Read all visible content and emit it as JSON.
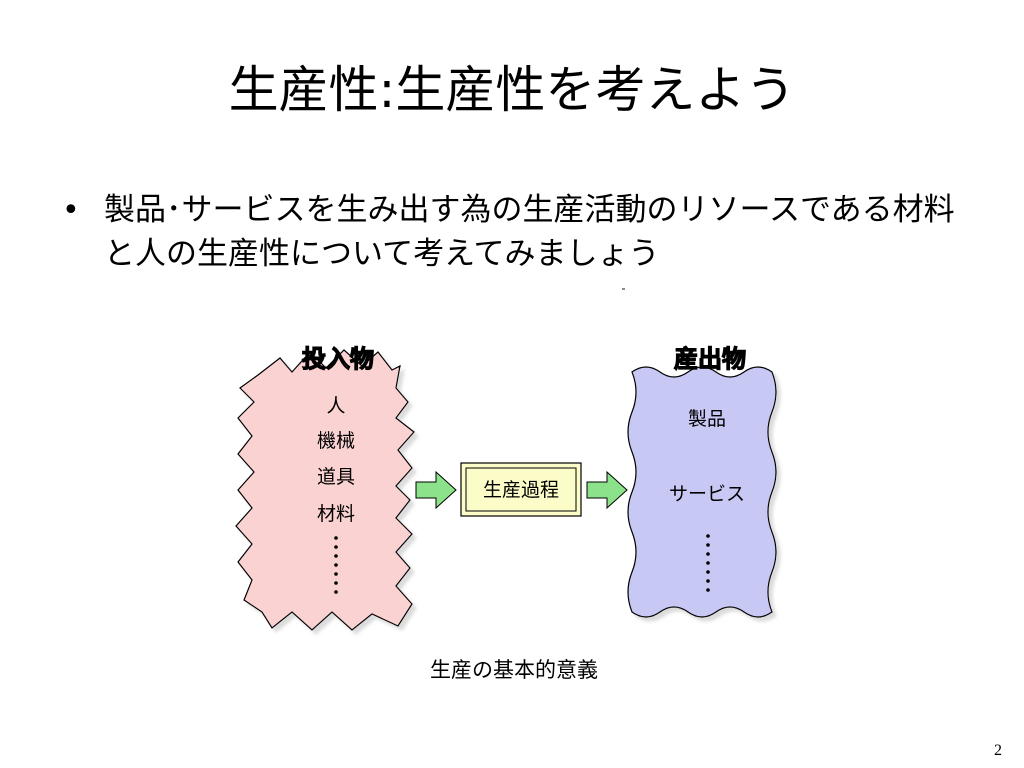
{
  "slide": {
    "title": "生産性:生産性を考えよう",
    "bullet_symbol": "•",
    "bullet_text": "製品･サービスを生み出す為の生産活動のリソースである材料と人の生産性について考えてみましょう",
    "page_number": "2"
  },
  "diagram": {
    "input_heading": "投入物",
    "input_items": [
      "人",
      "機械",
      "道具",
      "材料"
    ],
    "process_label": "生産過程",
    "output_heading": "産出物",
    "output_items": [
      "製品",
      "サービス"
    ],
    "caption": "生産の基本的意義",
    "colors": {
      "input_fill": "#fad2d2",
      "output_fill": "#c8c8f5",
      "process_fill": "#fcfcc8",
      "arrow_fill": "#8be28b",
      "heading_fill": "#b4b4f0"
    }
  }
}
